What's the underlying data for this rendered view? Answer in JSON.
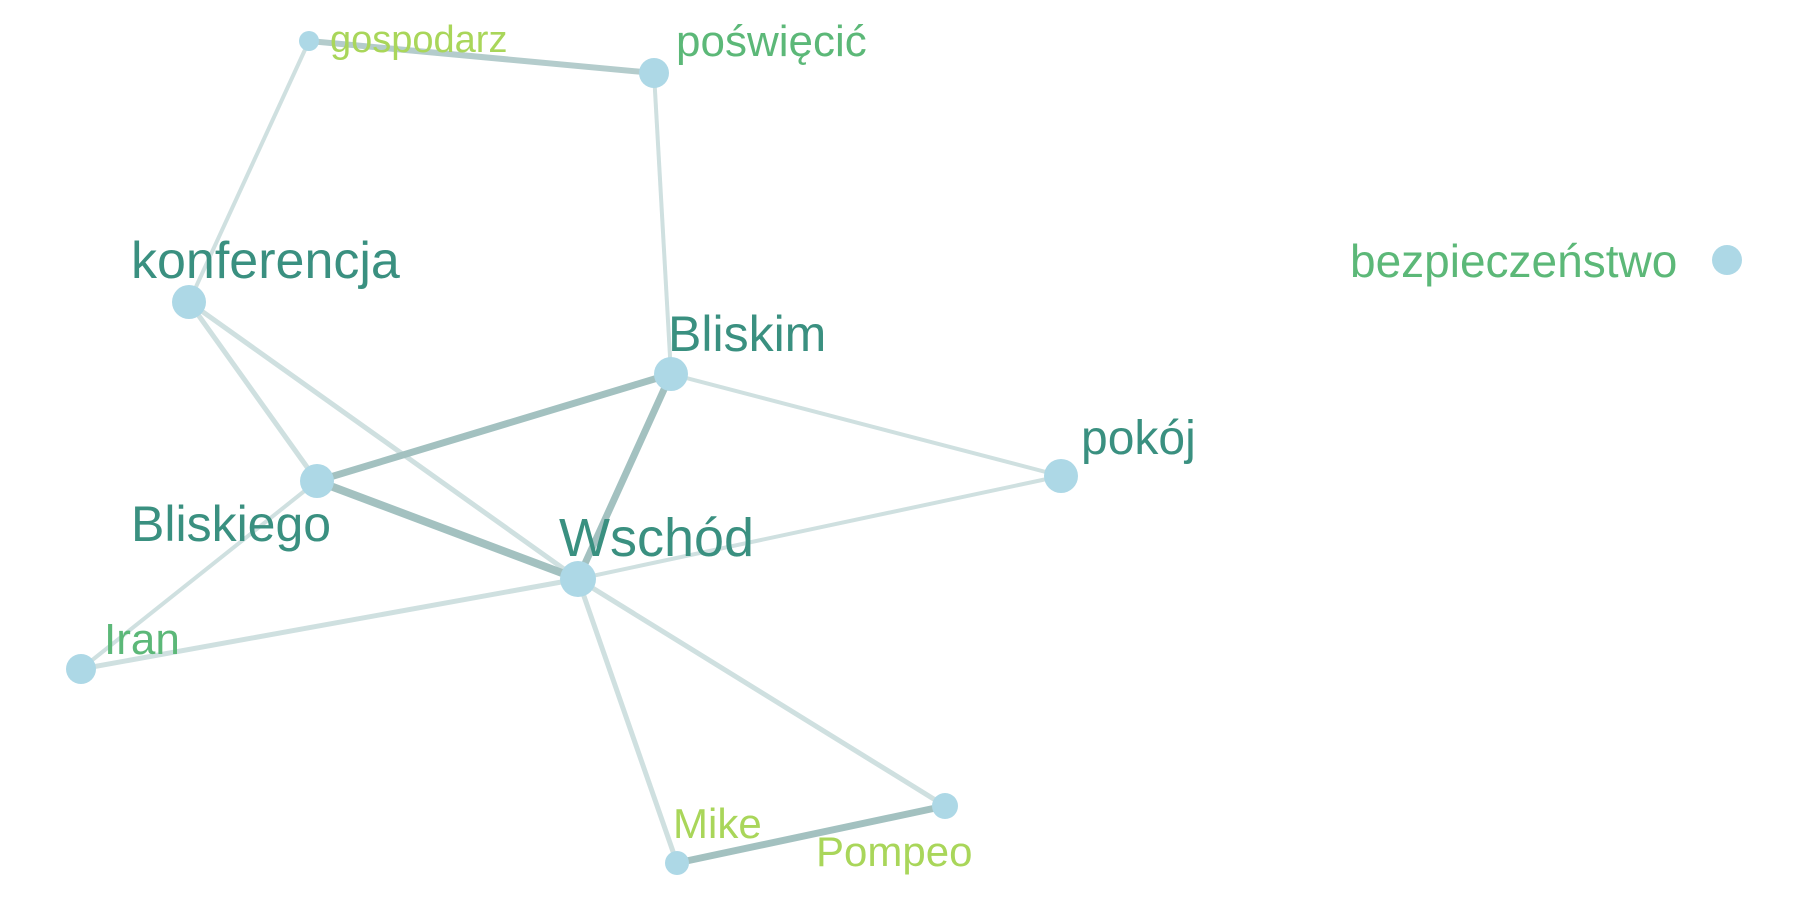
{
  "colors": {
    "background": "#ffffff",
    "node_fill": "#add8e6",
    "edge_light": "#cfe0e0",
    "edge_medium": "#b4cccc",
    "edge_strong": "#a3c1c0",
    "label_dark": "#3a9080",
    "label_medium": "#5cb878",
    "label_light": "#a9d65a"
  },
  "nodes": [
    {
      "id": "gospodarz",
      "label": "gospodarz"
    },
    {
      "id": "poswiecic",
      "label": "poświęcić"
    },
    {
      "id": "konferencja",
      "label": "konferencja"
    },
    {
      "id": "bezpieczenstwo",
      "label": "bezpieczeństwo"
    },
    {
      "id": "bliskim",
      "label": "Bliskim"
    },
    {
      "id": "pokoj",
      "label": "pokój"
    },
    {
      "id": "bliskiego",
      "label": "Bliskiego"
    },
    {
      "id": "wschod",
      "label": "Wschód"
    },
    {
      "id": "iran",
      "label": "Iran"
    },
    {
      "id": "mike",
      "label": "Mike"
    },
    {
      "id": "pompeo",
      "label": "Pompeo"
    }
  ],
  "edges": [
    {
      "source": "gospodarz",
      "target": "poswiecic"
    },
    {
      "source": "gospodarz",
      "target": "konferencja"
    },
    {
      "source": "poswiecic",
      "target": "bliskim"
    },
    {
      "source": "konferencja",
      "target": "bliskiego"
    },
    {
      "source": "konferencja",
      "target": "wschod"
    },
    {
      "source": "bliskim",
      "target": "bliskiego"
    },
    {
      "source": "bliskim",
      "target": "wschod"
    },
    {
      "source": "bliskim",
      "target": "pokoj"
    },
    {
      "source": "bliskiego",
      "target": "wschod"
    },
    {
      "source": "bliskiego",
      "target": "iran"
    },
    {
      "source": "wschod",
      "target": "pokoj"
    },
    {
      "source": "wschod",
      "target": "iran"
    },
    {
      "source": "wschod",
      "target": "mike"
    },
    {
      "source": "wschod",
      "target": "pompeo"
    },
    {
      "source": "mike",
      "target": "pompeo"
    }
  ]
}
